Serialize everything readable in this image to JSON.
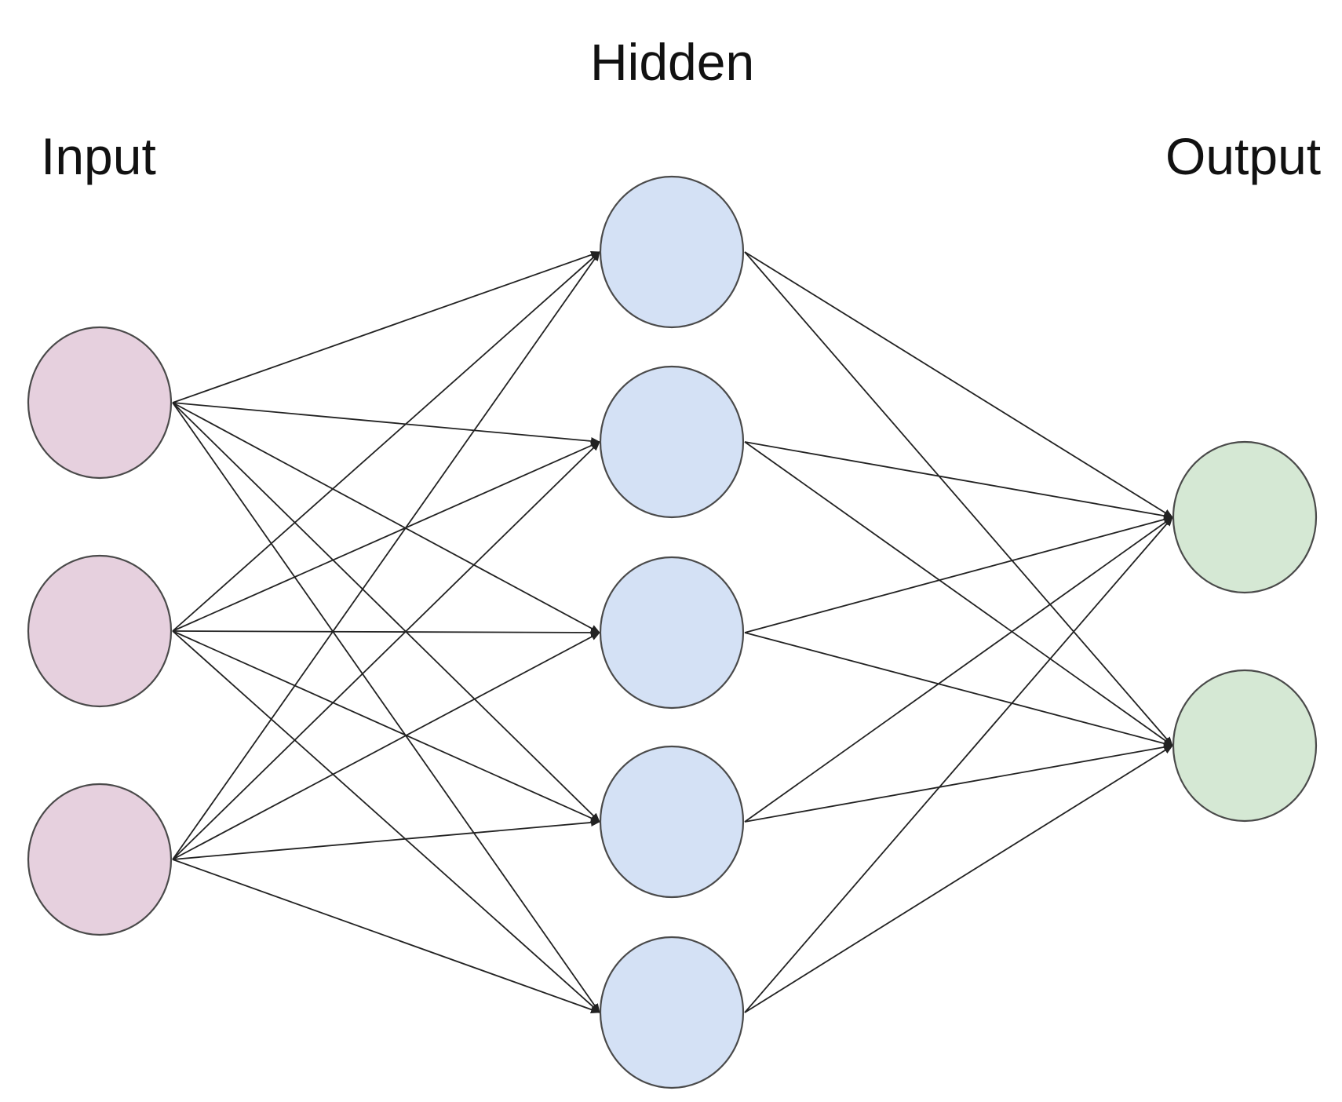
{
  "layers": [
    {
      "key": "input",
      "label": "Input",
      "node_count": 3,
      "fill": "#e6d0de"
    },
    {
      "key": "hidden",
      "label": "Hidden",
      "node_count": 5,
      "fill": "#d4e1f5"
    },
    {
      "key": "output",
      "label": "Output",
      "node_count": 2,
      "fill": "#d5e8d4"
    }
  ],
  "edge_color": "#222222",
  "node_stroke": "#4a4a4a",
  "connectivity": "fully-connected"
}
